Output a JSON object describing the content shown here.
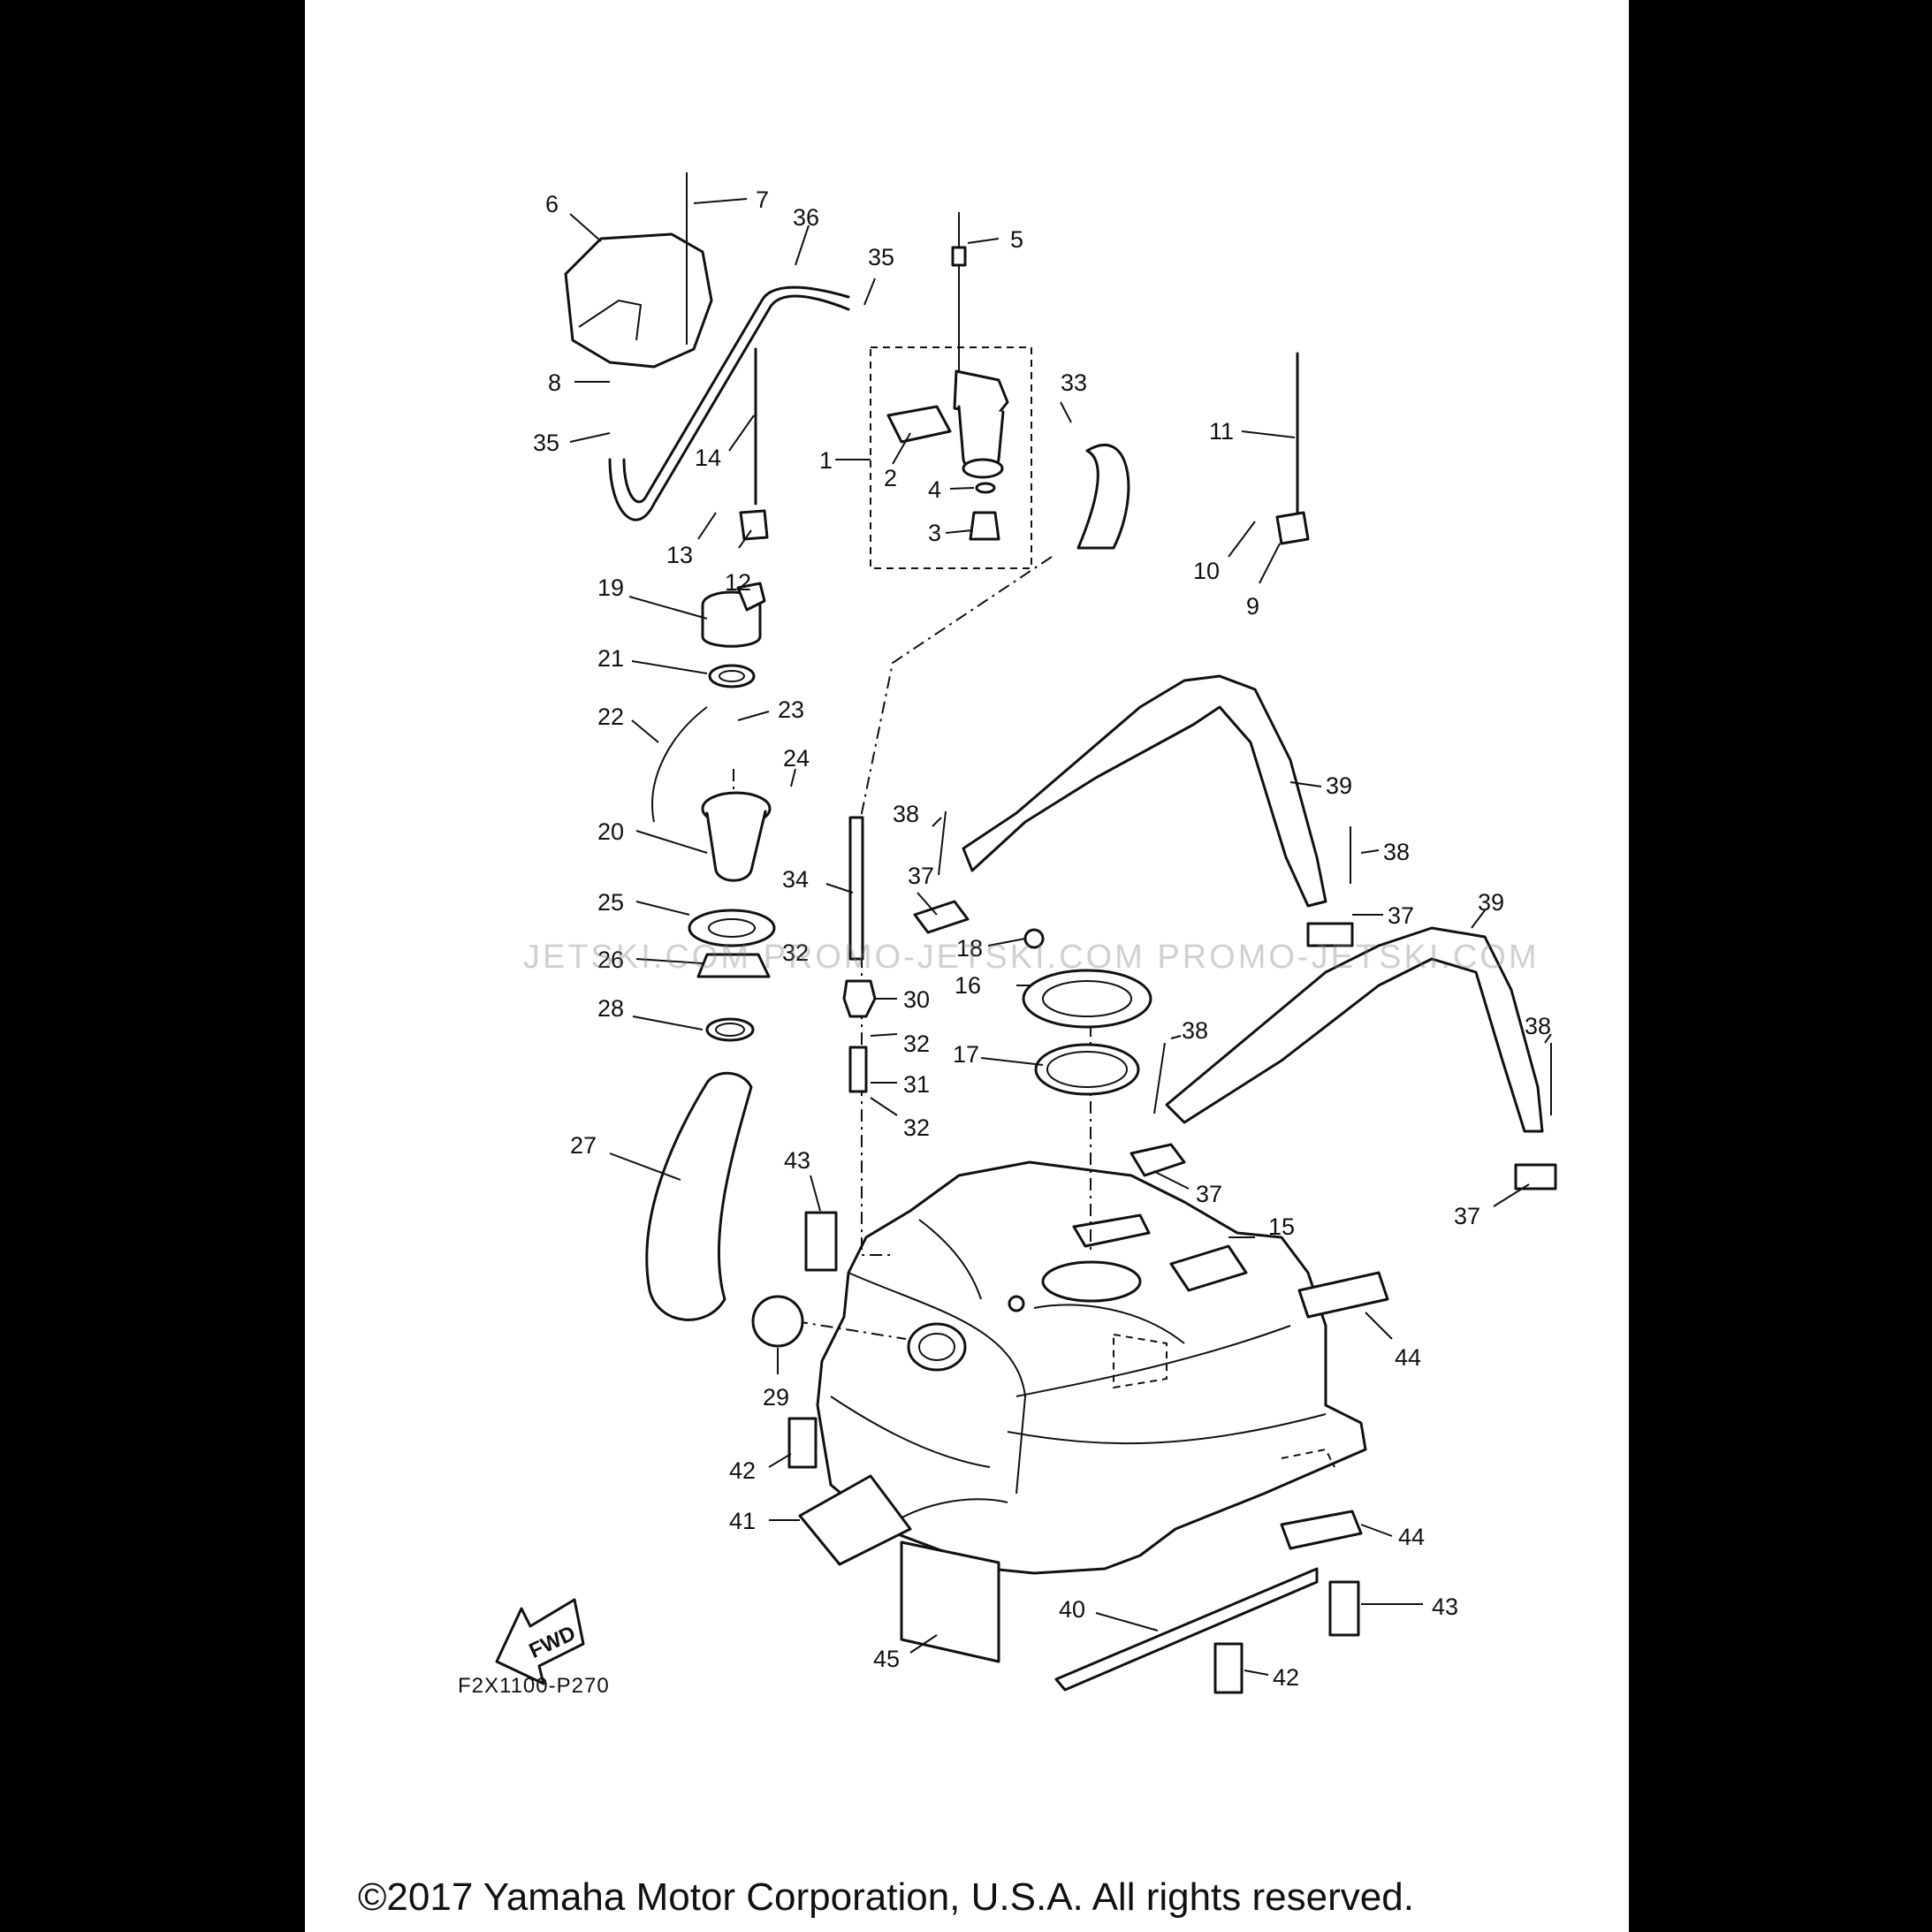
{
  "diagram": {
    "drawing_code": "F2X1100-P270",
    "copyright": "©2017 Yamaha Motor Corporation, U.S.A. All rights reserved.",
    "watermark": "JETSKI.COM PROMO-JETSKI.COM PROMO-JETSKI.COM",
    "fwd_label": "FWD",
    "callouts": [
      "1",
      "2",
      "3",
      "4",
      "5",
      "6",
      "7",
      "8",
      "9",
      "10",
      "11",
      "12",
      "13",
      "14",
      "15",
      "16",
      "17",
      "18",
      "19",
      "20",
      "21",
      "22",
      "23",
      "24",
      "25",
      "26",
      "27",
      "28",
      "29",
      "30",
      "31",
      "32",
      "33",
      "34",
      "35",
      "36",
      "37",
      "38",
      "39",
      "40",
      "41",
      "42",
      "43",
      "44",
      "45"
    ]
  }
}
